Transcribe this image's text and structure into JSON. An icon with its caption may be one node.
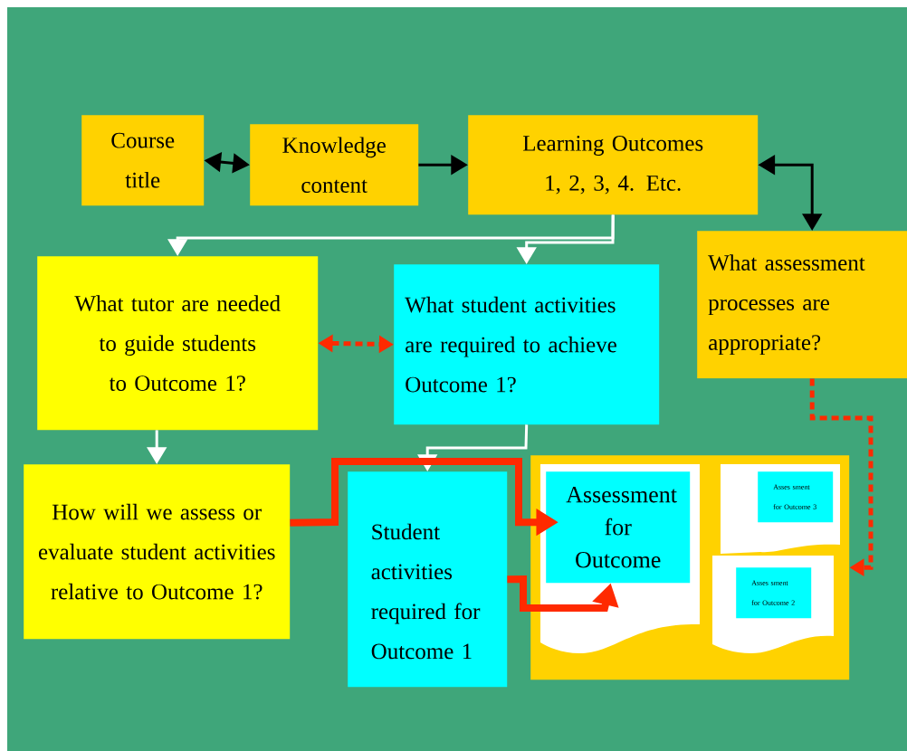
{
  "diagram": {
    "nodes": [
      {
        "text": [
          "Course title"
        ]
      },
      {
        "text": [
          "Knowledge content"
        ]
      },
      {
        "text": [
          "Learning Outcomes 1, 2, 3, 4. Etc."
        ]
      },
      {
        "text": [
          "What assessment processes are appropriate?"
        ]
      },
      {
        "text": [
          "What tutor are needed to guide students to Outcome 1?"
        ]
      },
      {
        "text": [
          "What student activities are required to achieve Outcome 1?"
        ]
      },
      {
        "text": [
          "How will we assess or evaluate student activities relative to Outcome 1?"
        ]
      },
      {
        "text": [
          "Student activities required for Outcome 1"
        ]
      },
      {
        "text": [],
        "shape": "box"
      },
      {
        "text": [
          "Assessment for Outcome"
        ],
        "in": 8
      },
      {
        "text": [
          "Asses sment for Outcome 3"
        ],
        "in": 8
      },
      {
        "text": [
          "Asses sment for Outcome 2"
        ],
        "in": 8
      }
    ],
    "edges": [
      {
        "from": 0,
        "to": 1,
        "arrow": "both",
        "color": "#000000"
      },
      {
        "from": 1,
        "to": 2,
        "arrow": "to",
        "color": "#000000"
      },
      {
        "from": 2,
        "to": 3,
        "arrow": "both",
        "color": "#000000"
      },
      {
        "from": 2,
        "to": 4,
        "arrow": "to",
        "color": "#ffffff"
      },
      {
        "from": 2,
        "to": 5,
        "arrow": "to",
        "color": "#ffffff"
      },
      {
        "from": 4,
        "to": 5,
        "arrow": "both",
        "style": "dashed",
        "color": "#ff2a00"
      },
      {
        "from": 4,
        "to": 6,
        "arrow": "to",
        "color": "#ffffff"
      },
      {
        "from": 5,
        "to": 7,
        "arrow": "to",
        "color": "#ffffff"
      },
      {
        "from": 6,
        "to": 9,
        "arrow": "to",
        "style": "thick",
        "color": "#ff2a00"
      },
      {
        "from": 7,
        "to": 9,
        "arrow": "to",
        "style": "thick",
        "color": "#ff2a00"
      },
      {
        "from": 3,
        "to": 8,
        "arrow": "to",
        "style": "dashed",
        "color": "#ff2a00"
      }
    ]
  }
}
